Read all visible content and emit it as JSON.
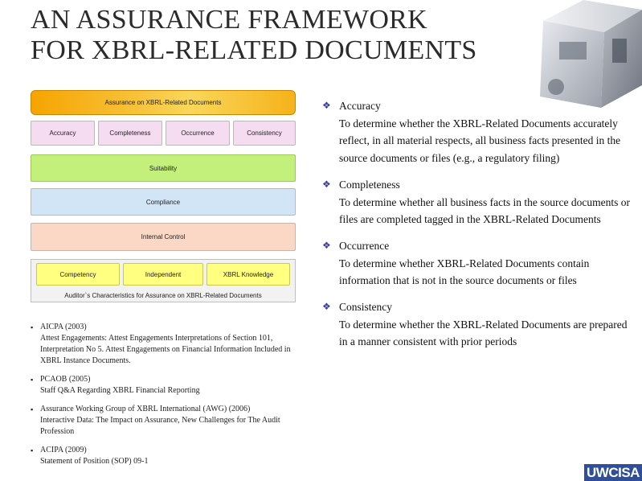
{
  "slide": {
    "title_line1": "AN ASSURANCE FRAMEWORK",
    "title_line2": "FOR XBRL-RELATED DOCUMENTS"
  },
  "diagram": {
    "top": "Assurance on XBRL-Related Documents",
    "row1": [
      "Accuracy",
      "Completeness",
      "Occurrence",
      "Consistency"
    ],
    "suitability": "Suitability",
    "compliance": "Compliance",
    "internal_control": "Internal Control",
    "row2": [
      "Competency",
      "Independent",
      "XBRL Knowledge"
    ],
    "caption": "Auditor`s Characteristics for Assurance on XBRL-Related Documents"
  },
  "references": [
    {
      "head": "AICPA (2003)",
      "detail": "Attest Engagements: Attest Engagements Interpretations of Section 101, Interpretation No 5. Attest Engagements on Financial Information Included in XBRL Instance Documents."
    },
    {
      "head": "PCAOB (2005)",
      "detail": "Staff Q&A Regarding XBRL Financial Reporting"
    },
    {
      "head": "Assurance Working Group of XBRL International (AWG) (2006)",
      "detail": "Interactive Data: The Impact on Assurance, New Challenges for The Audit Profession"
    },
    {
      "head": "ACIPA (2009)",
      "detail": "Statement of Position (SOP) 09-1"
    }
  ],
  "criteria": [
    {
      "term": "Accuracy",
      "desc": "To determine whether the XBRL-Related Documents accurately reflect, in all material respects, all business facts presented in the source documents or files (e.g., a regulatory filing)"
    },
    {
      "term": "Completeness",
      "desc": "To determine whether all business facts in the source documents or files are completed tagged in the XBRL-Related Documents"
    },
    {
      "term": "Occurrence",
      "desc": "To determine whether XBRL-Related Documents contain information that is not in the source documents or files"
    },
    {
      "term": "Consistency",
      "desc": "To determine whether the XBRL-Related Documents are prepared in a manner consistent with prior periods"
    }
  ],
  "icons": {
    "bullet": "square-bullet-icon",
    "criteria": "diamond-bullet-icon"
  },
  "logo": "UWCISA",
  "colors": {
    "top": "#f6a400",
    "pink": "#f6dcf1",
    "green": "#c3f07a",
    "blue": "#d2e5f7",
    "peach": "#fbd8c6",
    "yellow": "#ffff80",
    "logo": "#2f4f9a"
  }
}
